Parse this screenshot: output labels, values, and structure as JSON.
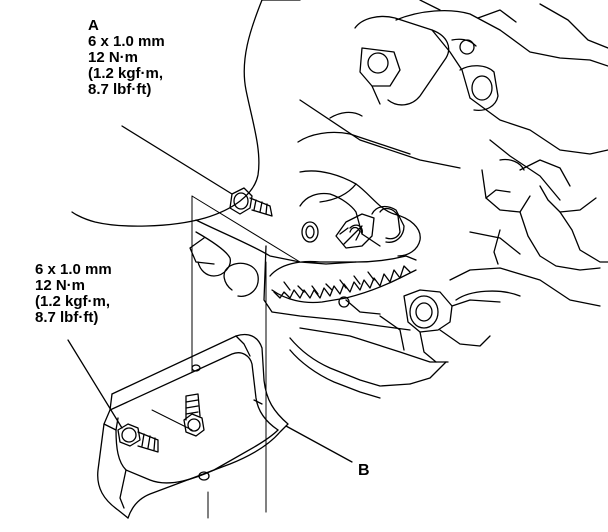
{
  "callouts": {
    "a": {
      "letter": "A",
      "size": "6 x 1.0 mm",
      "torque": "12 N·m",
      "torque_kgf": "(1.2 kgf·m,",
      "torque_lbf": "8.7 lbf·ft)"
    },
    "b_bolts": {
      "size": "6 x 1.0 mm",
      "torque": "12 N·m",
      "torque_kgf": "(1.2 kgf·m,",
      "torque_lbf": "8.7 lbf·ft)"
    },
    "b": {
      "letter": "B"
    }
  }
}
